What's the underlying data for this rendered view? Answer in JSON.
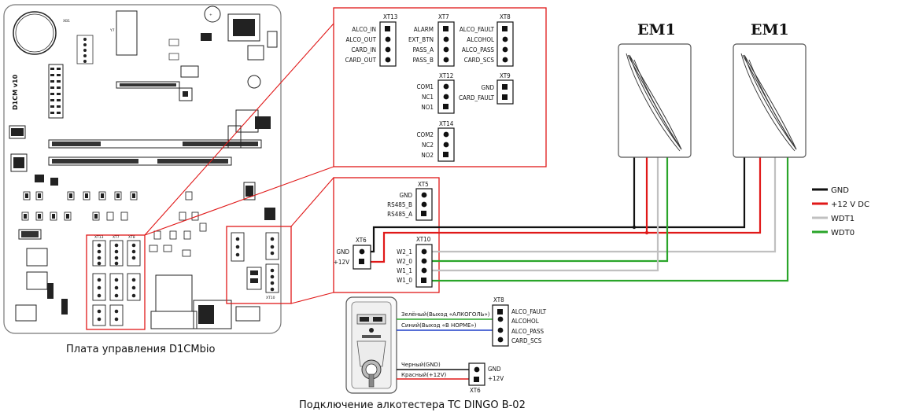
{
  "captions": {
    "board": "Плата управления D1CMbio",
    "alcotester": "Подключение алкотестера TC DINGO B-02"
  },
  "readers": [
    {
      "label": "EM1"
    },
    {
      "label": "EM1"
    }
  ],
  "board_silk": {
    "vertical": "D1CM v10"
  },
  "connectors": {
    "xt13": {
      "title": "XT13",
      "pins": [
        "ALCO_IN",
        "ALCO_OUT",
        "CARD_IN",
        "CARD_OUT"
      ]
    },
    "xt7": {
      "title": "XT7",
      "pins": [
        "ALARM",
        "EXT_BTN",
        "PASS_A",
        "PASS_B"
      ]
    },
    "xt8": {
      "title": "XT8",
      "pins": [
        "ALCO_FAULT",
        "ALCOHOL",
        "ALCO_PASS",
        "CARD_SCS"
      ]
    },
    "xt12": {
      "title": "XT12",
      "pins": [
        "COM1",
        "NC1",
        "NO1"
      ]
    },
    "xt9": {
      "title": "XT9",
      "pins": [
        "GND",
        "CARD_FAULT"
      ]
    },
    "xt14": {
      "title": "XT14",
      "pins": [
        "COM2",
        "NC2",
        "NO2"
      ]
    },
    "xt5": {
      "title": "XT5",
      "pins": [
        "GND",
        "RS485_B",
        "RS485_A"
      ]
    },
    "xt6": {
      "title": "XT6",
      "pins": [
        "GND",
        "+12V"
      ]
    },
    "xt10": {
      "title": "XT10",
      "pins": [
        "W2_1",
        "W2_0",
        "W1_1",
        "W1_0"
      ]
    },
    "alco_xt8": {
      "title": "XT8",
      "pins": [
        "ALCO_FAULT",
        "ALCOHOL",
        "ALCO_PASS",
        "CARD_SCS"
      ]
    },
    "alco_xt6": {
      "title": "XT6",
      "pins": [
        "GND",
        "+12V"
      ]
    }
  },
  "alco_wires": {
    "green": "Зелёный(Выход «АЛКОГОЛЬ»)",
    "blue": "Синий(Выход «В НОРМЕ»)",
    "black": "Черный(GND)",
    "red": "Красный(+12V)"
  },
  "legend": [
    {
      "label": "GND",
      "color": "#111111"
    },
    {
      "label": "+12 V DC",
      "color": "#e01818"
    },
    {
      "label": "WDT1",
      "color": "#c0c0c0"
    },
    {
      "label": "WDT0",
      "color": "#2aa52a"
    }
  ],
  "colors": {
    "highlight": "#e01818",
    "wire_blue": "#1f3fc8",
    "pcb_outline": "#555555"
  }
}
